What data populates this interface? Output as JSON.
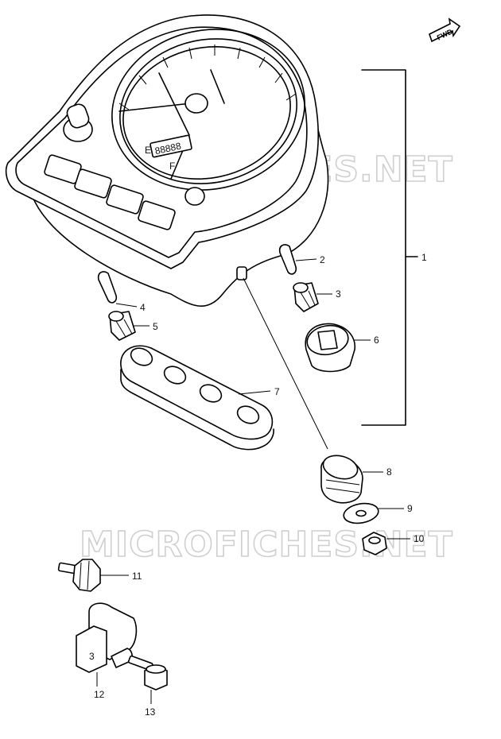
{
  "diagram": {
    "fwd_label": "FWD",
    "gauge": {
      "empty_label": "E",
      "full_label": "F",
      "odometer": "88888"
    },
    "watermark": "MICROFICHES.NET",
    "callouts": [
      "1",
      "2",
      "3",
      "4",
      "5",
      "6",
      "7",
      "8",
      "9",
      "10",
      "11",
      "12",
      "13"
    ]
  }
}
